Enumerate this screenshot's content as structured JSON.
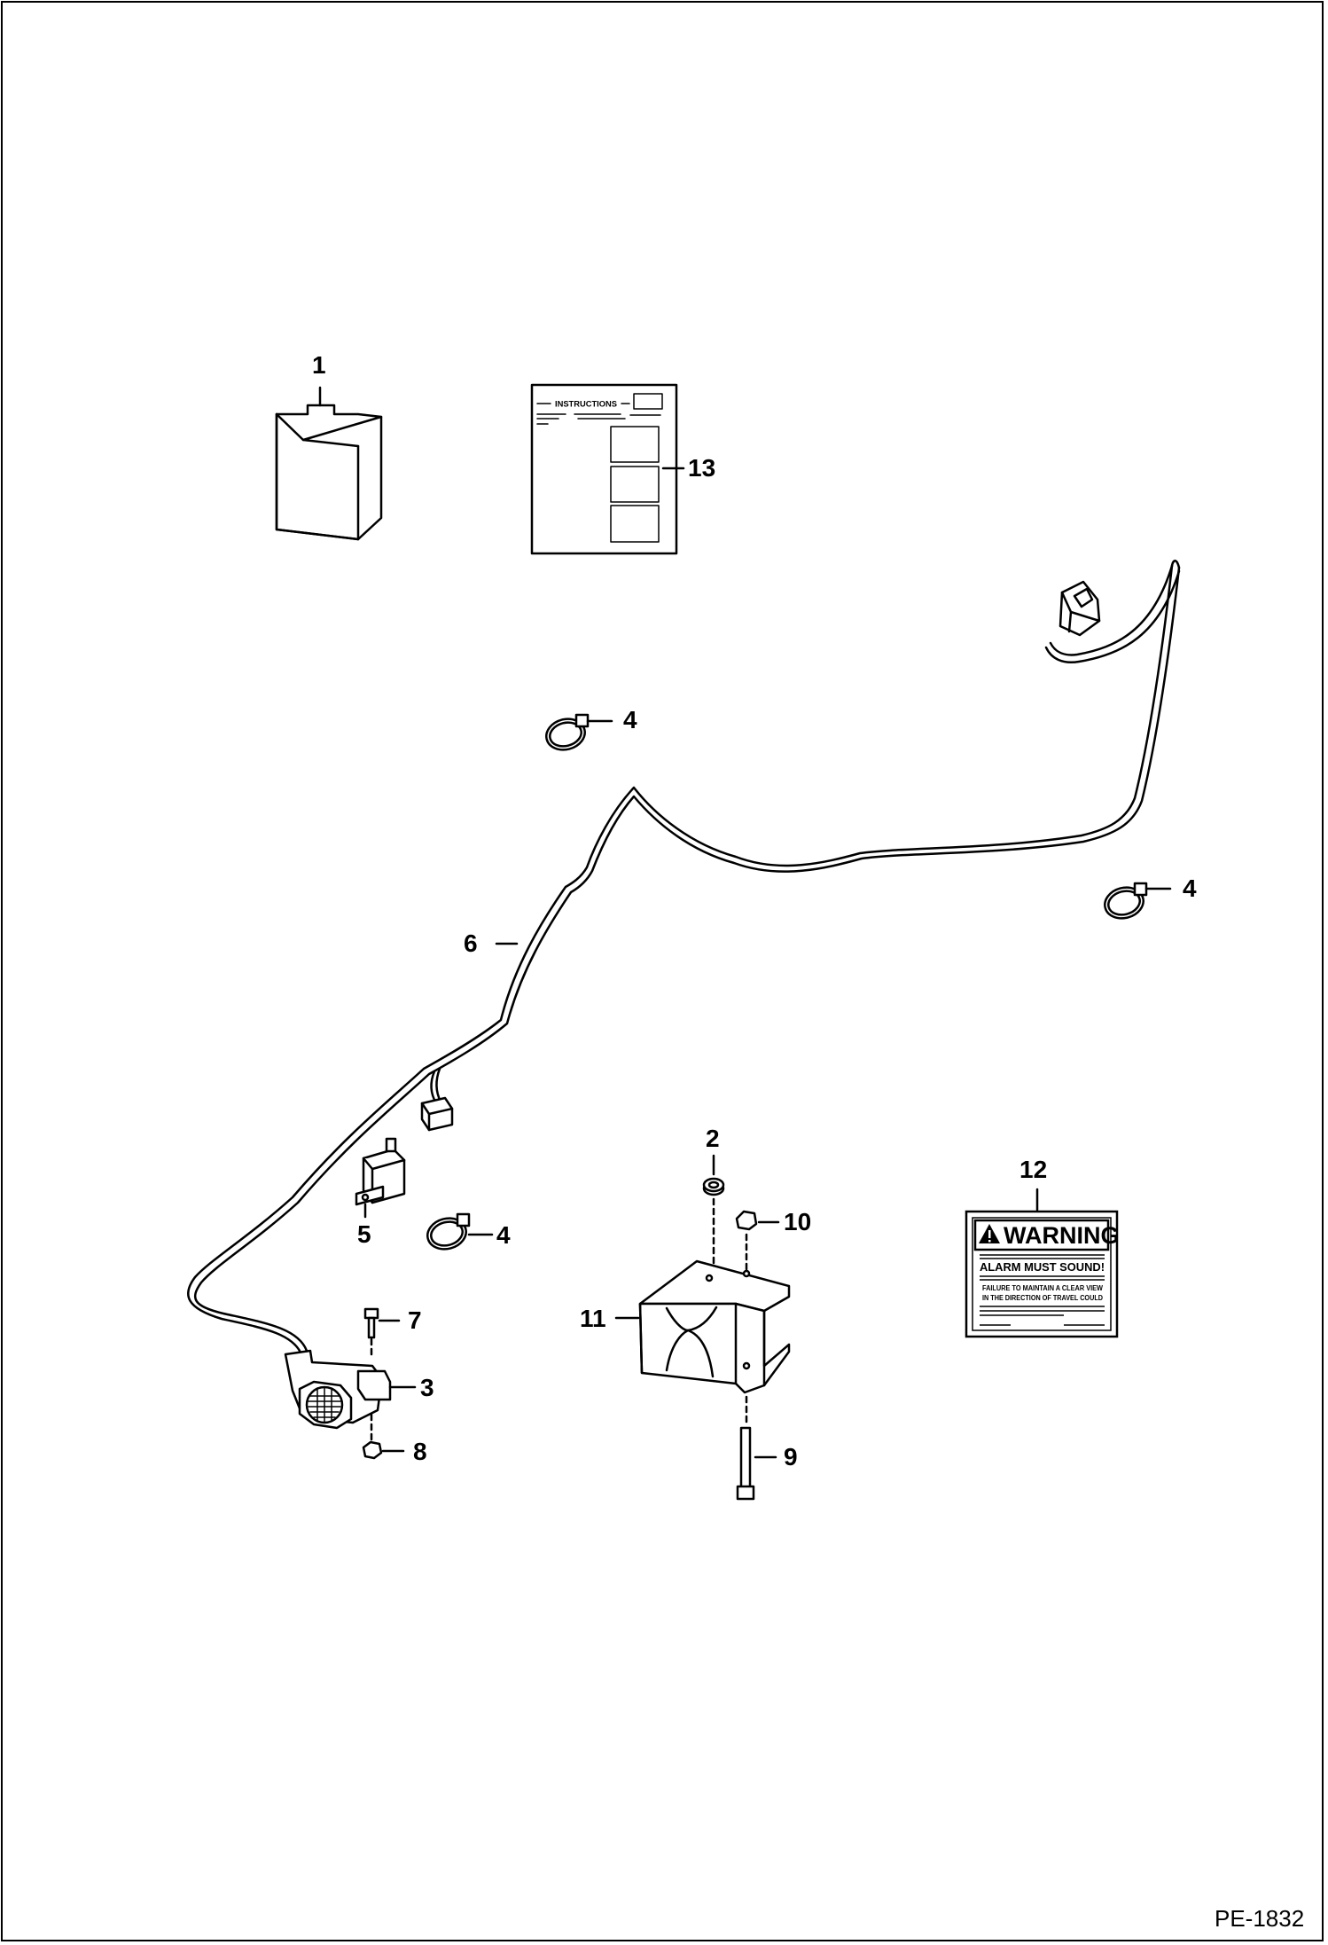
{
  "diagram": {
    "callouts": {
      "c1": "1",
      "c2": "2",
      "c3": "3",
      "c4a": "4",
      "c4b": "4",
      "c4c": "4",
      "c5": "5",
      "c6": "6",
      "c7": "7",
      "c8": "8",
      "c9": "9",
      "c10": "10",
      "c11": "11",
      "c12": "12",
      "c13": "13"
    },
    "instructions_sheet": {
      "heading": "INSTRUCTIONS"
    },
    "warning_decal": {
      "header": "WARNING",
      "main_line": "ALARM MUST SOUND!",
      "line_1": "FAILURE TO MAINTAIN A CLEAR VIEW",
      "line_2": "IN THE DIRECTION OF TRAVEL COULD"
    },
    "sheet_code": "PE-1832"
  }
}
